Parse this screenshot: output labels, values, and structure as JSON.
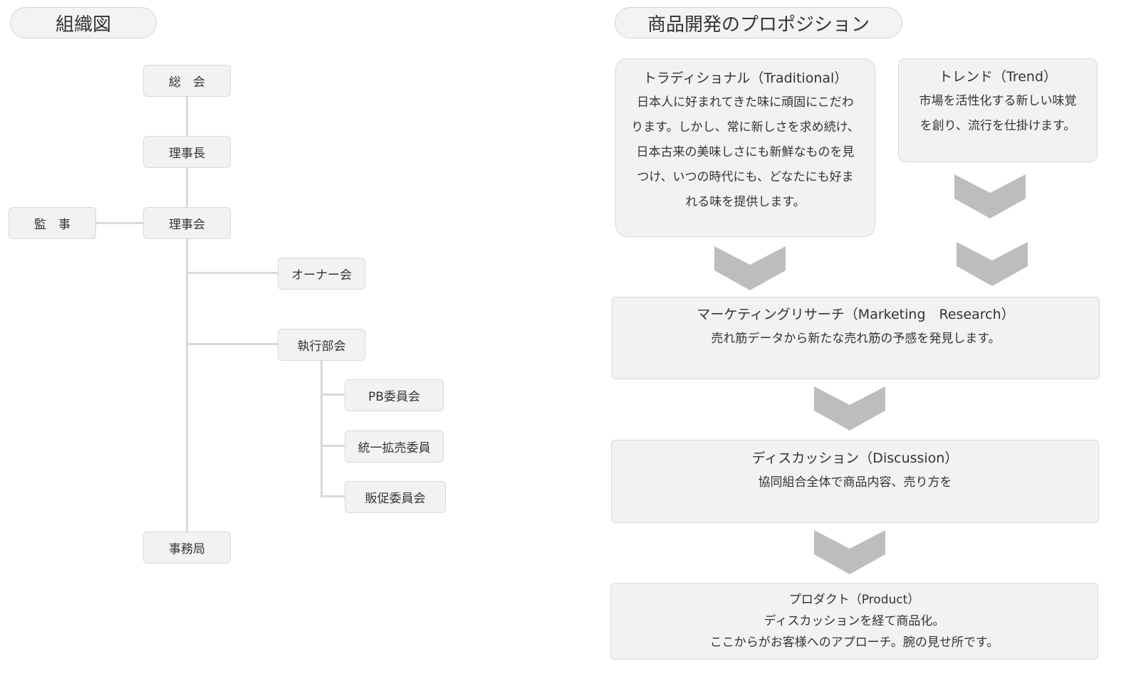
{
  "org": {
    "title": "組織図",
    "nodes": {
      "soukai": "総　会",
      "rijicho": "理事長",
      "rijikai": "理事会",
      "kanji": "監　事",
      "owner": "オーナー会",
      "shikko": "執行部会",
      "pb": "PB委員会",
      "touitsu": "統一拡売委員",
      "hansoku": "販促委員会",
      "jimukyoku": "事務局"
    }
  },
  "proposition": {
    "title": "商品開発のプロポジション",
    "traditional": {
      "heading": "トラディショナル（Traditional）",
      "lines": [
        "日本人に好まれてきた味に頑固にこだわ",
        "ります。しかし、常に新しさを求め続け、",
        "日本古来の美味しさにも新鮮なものを見",
        "つけ、いつの時代にも、どなたにも好ま",
        "れる味を提供します。"
      ]
    },
    "trend": {
      "heading": "トレンド（Trend）",
      "lines": [
        "市場を活性化する新しい味覚",
        "を創り、流行を仕掛けます。"
      ]
    },
    "marketing": {
      "heading": "マーケティングリサーチ（Marketing　Research）",
      "lines": [
        "売れ筋データから新たな売れ筋の予感を発見します。"
      ]
    },
    "discussion": {
      "heading": "ディスカッション（Discussion）",
      "lines": [
        "協同組合全体で商品内容、売り方を"
      ]
    },
    "product": {
      "heading": "プロダクト（Product）",
      "lines": [
        "ディスカッションを経て商品化。",
        "ここからがお客様へのアプローチ。腕の見せ所です。"
      ]
    }
  },
  "colors": {
    "box_fill": "#f2f2f2",
    "box_border": "#d8d8d8",
    "connector": "#d9d9d9",
    "chevron": "#bdbdbd",
    "text": "#333333"
  }
}
